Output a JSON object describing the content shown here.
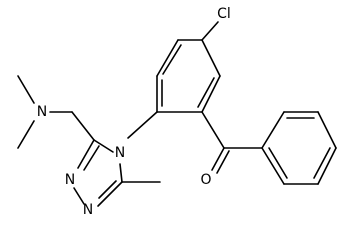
{
  "molecule": {
    "atoms": {
      "cl": "Cl",
      "carbonyl_o": "O",
      "triazole_n4": "N",
      "triazole_n1": "N",
      "triazole_n2": "N",
      "amine_n": "N"
    }
  },
  "colors": {
    "line": "#000000",
    "background": "#ffffff"
  }
}
